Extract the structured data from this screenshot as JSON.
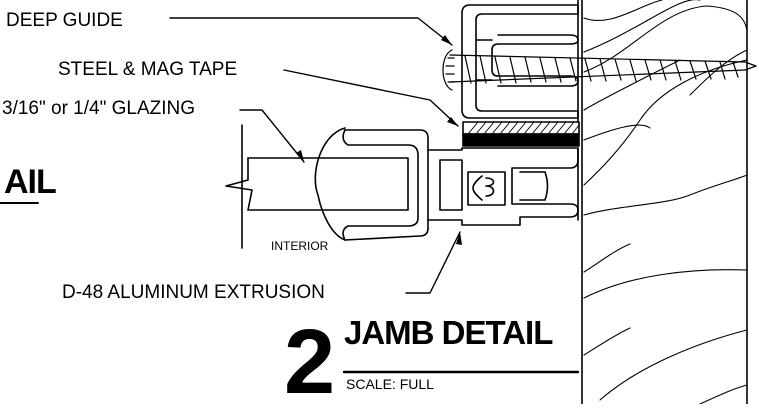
{
  "labels": {
    "deep_guide": "DEEP GUIDE",
    "steel_mag_tape": "STEEL & MAG TAPE",
    "glazing": "3/16\" or 1/4\" GLAZING",
    "extrusion": "D-48  ALUMINUM EXTRUSION",
    "interior": "INTERIOR"
  },
  "adjacent_detail_fragment": "AIL",
  "title_block": {
    "number": "2",
    "title": "JAMB DETAIL",
    "scale": "SCALE:  FULL"
  }
}
